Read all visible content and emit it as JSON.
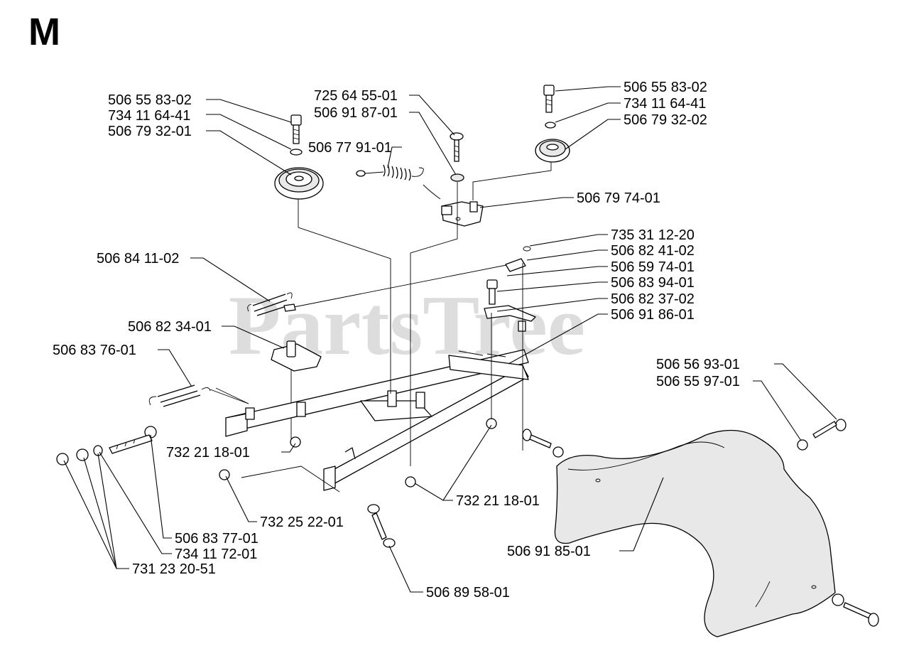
{
  "section_letter": "M",
  "watermark": "PartsTree",
  "labels": [
    {
      "id": "l1",
      "text": "506 55 83-02"
    },
    {
      "id": "l2",
      "text": "734 11 64-41"
    },
    {
      "id": "l3",
      "text": "506 79 32-01"
    },
    {
      "id": "l4",
      "text": "725 64 55-01"
    },
    {
      "id": "l5",
      "text": "506 91 87-01"
    },
    {
      "id": "l6",
      "text": "506 77 91-01"
    },
    {
      "id": "l7",
      "text": "506 55 83-02"
    },
    {
      "id": "l8",
      "text": "734 11 64-41"
    },
    {
      "id": "l9",
      "text": "506 79 32-02"
    },
    {
      "id": "l10",
      "text": "506 79 74-01"
    },
    {
      "id": "l11",
      "text": "735 31 12-20"
    },
    {
      "id": "l12",
      "text": "506 82 41-02"
    },
    {
      "id": "l13",
      "text": "506 59 74-01"
    },
    {
      "id": "l14",
      "text": "506 83 94-01"
    },
    {
      "id": "l15",
      "text": "506 82 37-02"
    },
    {
      "id": "l16",
      "text": "506 91 86-01"
    },
    {
      "id": "l17",
      "text": "506 84 11-02"
    },
    {
      "id": "l18",
      "text": "506 82 34-01"
    },
    {
      "id": "l19",
      "text": "506 83 76-01"
    },
    {
      "id": "l20",
      "text": "506 56 93-01"
    },
    {
      "id": "l21",
      "text": "506 55 97-01"
    },
    {
      "id": "l22",
      "text": "732 21 18-01"
    },
    {
      "id": "l23",
      "text": "732 21 18-01"
    },
    {
      "id": "l24",
      "text": "732 25 22-01"
    },
    {
      "id": "l25",
      "text": "506 83 77-01"
    },
    {
      "id": "l26",
      "text": "734 11 72-01"
    },
    {
      "id": "l27",
      "text": "731 23 20-51"
    },
    {
      "id": "l28",
      "text": "506 91 85-01"
    },
    {
      "id": "l29",
      "text": "506 89 58-01"
    }
  ]
}
